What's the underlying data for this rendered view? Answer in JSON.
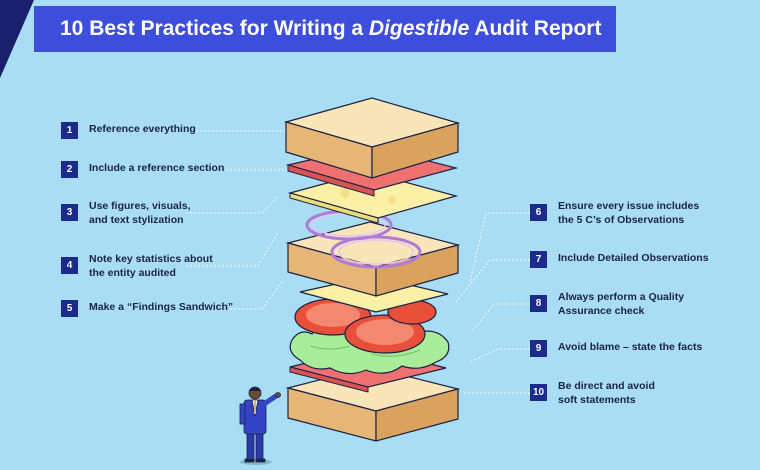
{
  "header": {
    "title_part1": "10 Best Practices for Writing a ",
    "title_emphasis": "Digestible",
    "title_part2": " Audit Report"
  },
  "practices": [
    {
      "number": "1",
      "lines": [
        "Reference everything"
      ]
    },
    {
      "number": "2",
      "lines": [
        "Include a reference section"
      ]
    },
    {
      "number": "3",
      "lines": [
        "Use figures, visuals,",
        "and text stylization"
      ]
    },
    {
      "number": "4",
      "lines": [
        "Note key statistics about",
        "the entity audited"
      ]
    },
    {
      "number": "5",
      "lines": [
        "Make a “Findings Sandwich”"
      ]
    },
    {
      "number": "6",
      "lines": [
        "Ensure every issue includes",
        "the 5 C’s of Observations"
      ]
    },
    {
      "number": "7",
      "lines": [
        "Include Detailed Observations"
      ]
    },
    {
      "number": "8",
      "lines": [
        "Always perform a Quality",
        "Assurance check"
      ]
    },
    {
      "number": "9",
      "lines": [
        "Avoid blame – state the facts"
      ]
    },
    {
      "number": "10",
      "lines": [
        "Be direct and avoid",
        "soft statements"
      ]
    }
  ],
  "colors": {
    "background": "#a9ddf3",
    "banner": "#3d4ddc",
    "badge": "#1c2a8c",
    "bread": "#f8e6b8",
    "crust": "#e6b676",
    "ham": "#ee7070",
    "cheese": "#fbf1a6",
    "onion": "#b27ad8",
    "tomato": "#e8503a",
    "lettuce": "#a9ec9a"
  }
}
